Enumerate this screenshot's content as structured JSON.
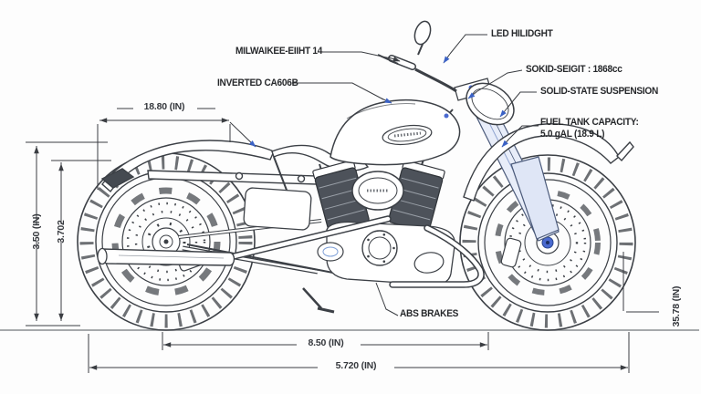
{
  "diagram": {
    "subject": "motorcycle-technical-blueprint",
    "colors": {
      "ink": "#3c4046",
      "accent_blue": "#3b62c5",
      "dim_line": "#3a3d42",
      "ground": "#8a8d90",
      "fin_fill": "#4d525a",
      "fork_tint": "#e8edf9"
    }
  },
  "callouts": {
    "milwaukee": "MILWAIKEE-EIIHT 14",
    "inverted": "INVERTED CA606B",
    "led": "LED HILIDGHT",
    "engine_cc": "SOKID-SEIGIT : 1868cc",
    "suspension": "SOLID-STATE SUSPENSION",
    "fuel": "FUEL TANK CAPACITY:\n5.0 gAL (18.9 L)",
    "abs": "ABS BRAKES"
  },
  "dimensions": {
    "top_width": "18.80 (IN)",
    "left_outer": "3.50 (IN)",
    "left_inner": "3.702",
    "right_height": "35.78 (IN)",
    "bottom_inner": "8.50 (IN)",
    "bottom_outer": "5.720 (IN)"
  }
}
